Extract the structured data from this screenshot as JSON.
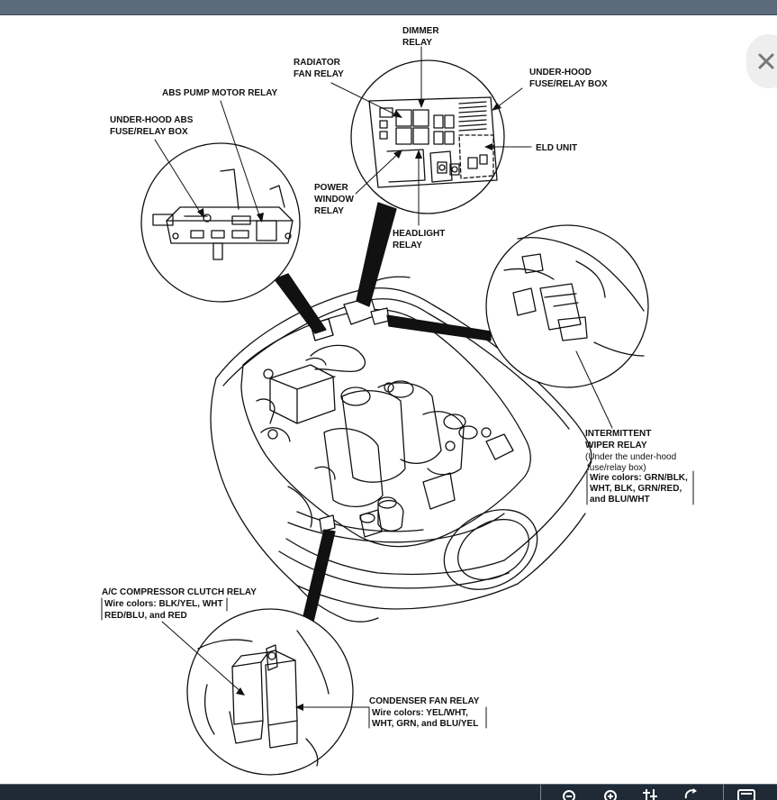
{
  "labels": {
    "dimmer_relay": [
      "DIMMER",
      "RELAY"
    ],
    "radiator_fan_relay": [
      "RADIATOR",
      "FAN RELAY"
    ],
    "under_hood_fuse_box": [
      "UNDER-HOOD",
      "FUSE/RELAY BOX"
    ],
    "abs_pump_motor_relay": "ABS PUMP MOTOR RELAY",
    "under_hood_abs_box": [
      "UNDER-HOOD ABS",
      "FUSE/RELAY BOX"
    ],
    "eld_unit": "ELD UNIT",
    "power_window_relay": [
      "POWER",
      "WINDOW",
      "RELAY"
    ],
    "headlight_relay": [
      "HEADLIGHT",
      "RELAY"
    ],
    "intermittent_wiper_relay": {
      "title": [
        "INTERMITTENT",
        "WIPER RELAY"
      ],
      "note": [
        "(Under the under-hood",
        "fuse/relay box)"
      ],
      "wires": [
        "Wire colors: GRN/BLK,",
        "WHT, BLK, GRN/RED,",
        "and BLU/WHT"
      ]
    },
    "ac_compressor_clutch_relay": {
      "title": "A/C COMPRESSOR CLUTCH RELAY",
      "wires": [
        "Wire colors: BLK/YEL, WHT",
        "RED/BLU, and RED"
      ]
    },
    "condenser_fan_relay": {
      "title": "CONDENSER FAN RELAY",
      "wires": [
        "Wire colors: YEL/WHT,",
        "WHT, GRN, and BLU/YEL"
      ]
    }
  },
  "icons": {
    "close": "close-icon",
    "bottom": [
      "zoom-out-icon",
      "zoom-in-icon",
      "tune-icon",
      "rotate-icon",
      "fullscreen-icon"
    ]
  }
}
